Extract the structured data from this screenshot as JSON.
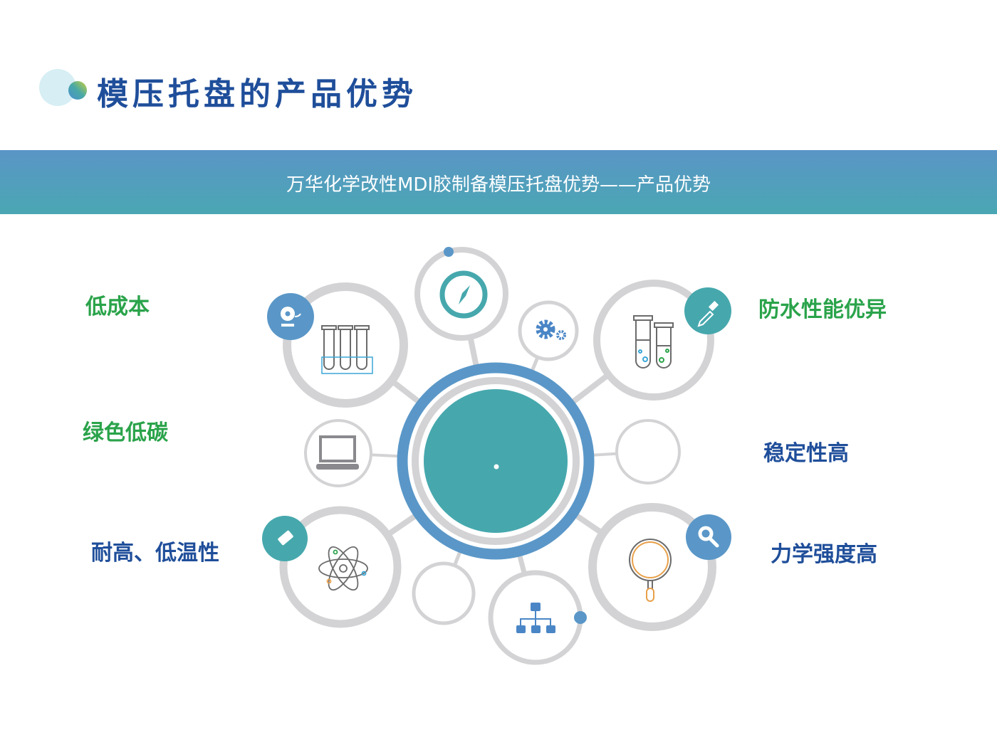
{
  "header": {
    "title": "模压托盘的产品优势"
  },
  "banner": {
    "text": "万华化学改性MDI胶制备模压托盘优势——产品优势"
  },
  "advantages": {
    "left": [
      {
        "label": "低成本",
        "color": "#2aa34a"
      },
      {
        "label": "绿色低碳",
        "color": "#2aa34a"
      },
      {
        "label": "耐高、低温性",
        "color": "#1f4e9a"
      }
    ],
    "right": [
      {
        "label": "防水性能优异",
        "color": "#2aa34a"
      },
      {
        "label": "稳定性高",
        "color": "#1f4e9a"
      },
      {
        "label": "力学强度高",
        "color": "#1f4e9a"
      }
    ]
  },
  "colors": {
    "blue": "#5a97c8",
    "teal": "#46a8ad",
    "gray": "#d3d3d5",
    "title": "#1f4e9a",
    "green": "#2aa34a"
  }
}
